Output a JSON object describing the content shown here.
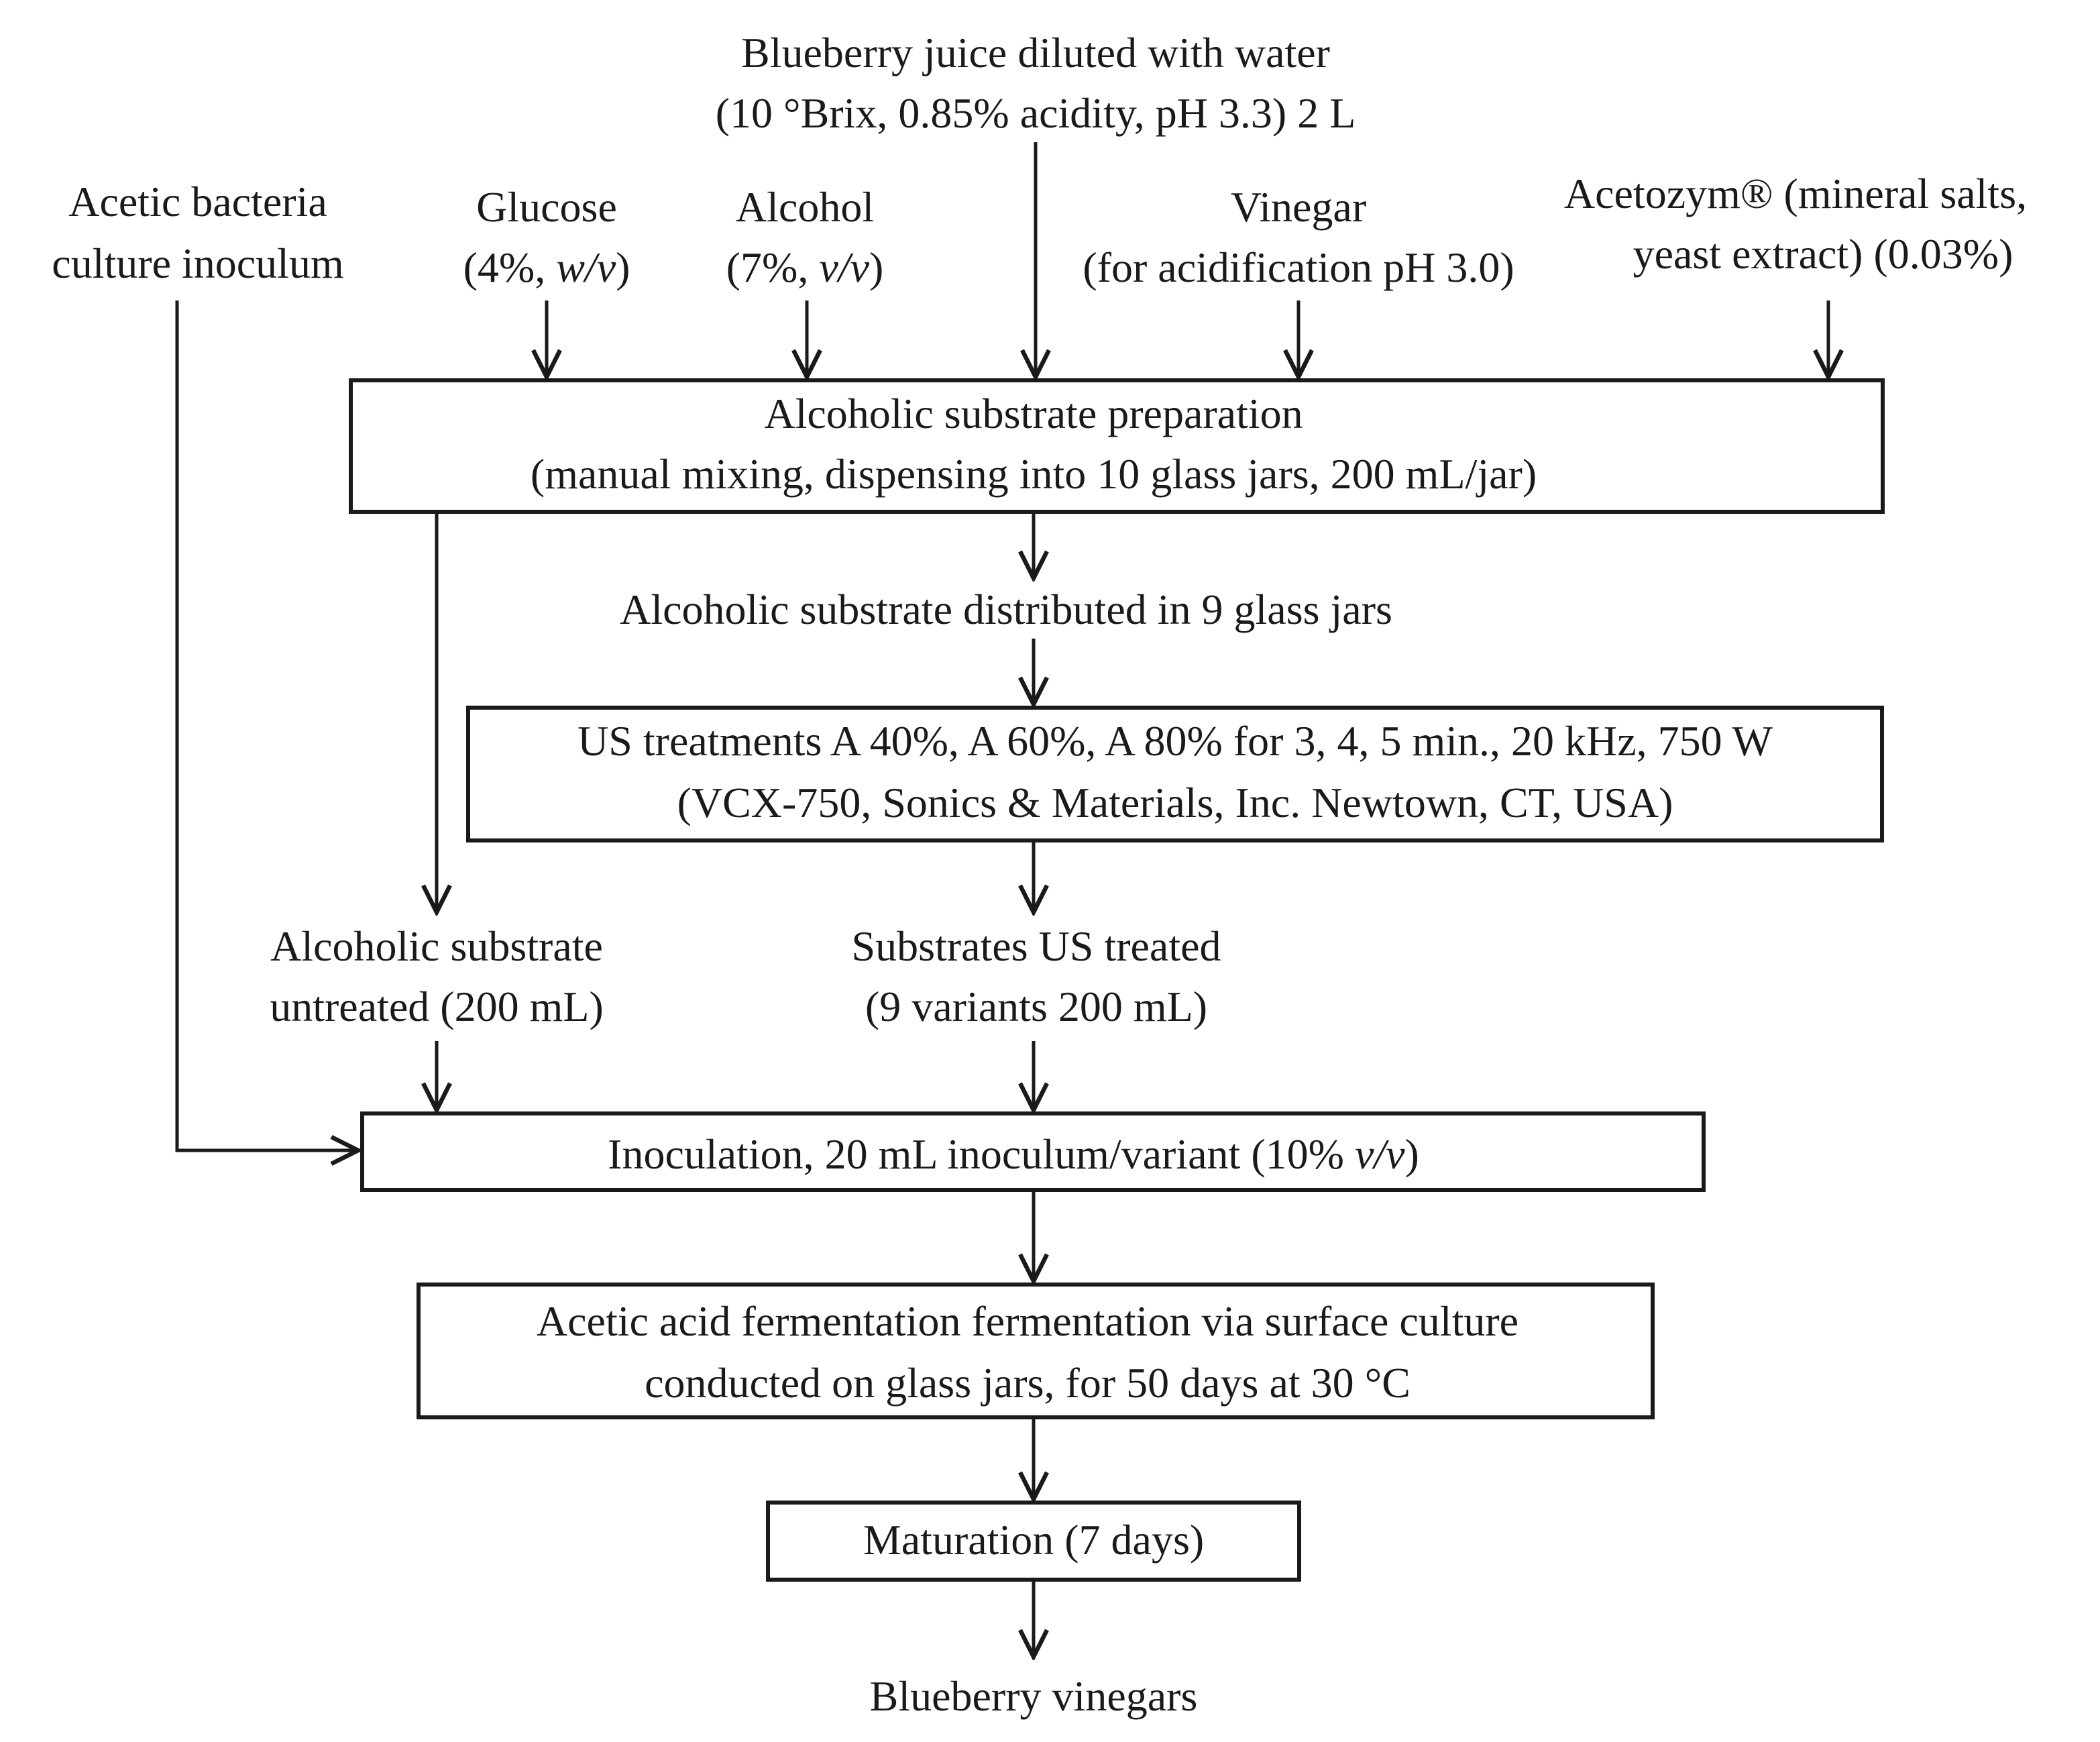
{
  "inputs": {
    "juice": {
      "line1": "Blueberry juice diluted with water",
      "line2": "(10 °Brix, 0.85% acidity, pH 3.3) 2 L"
    },
    "bacteria": {
      "line1": "Acetic bacteria",
      "line2": "culture inoculum"
    },
    "glucose": {
      "line1": "Glucose",
      "line2_pre": "(4%, ",
      "line2_ital": "w/v",
      "line2_post": ")"
    },
    "alcohol": {
      "line1": "Alcohol",
      "line2_pre": "(7%, ",
      "line2_ital": "v/v",
      "line2_post": ")"
    },
    "vinegar": {
      "line1": "Vinegar",
      "line2": "(for acidification pH 3.0)"
    },
    "acetozym": {
      "line1": "Acetozym® (mineral salts,",
      "line2": "yeast extract) (0.03%)"
    }
  },
  "boxes": {
    "preparation": {
      "line1": "Alcoholic substrate preparation",
      "line2": "(manual mixing, dispensing into 10 glass jars, 200 mL/jar)"
    },
    "us_treatments": {
      "line1": "US treatments A 40%, A 60%, A 80% for 3, 4, 5 min., 20 kHz, 750 W",
      "line2": "(VCX-750, Sonics & Materials, Inc. Newtown, CT, USA)"
    },
    "inoculation": {
      "line_pre": "Inoculation, 20 mL inoculum/variant (10% ",
      "line_ital": "v/v",
      "line_post": ")"
    },
    "fermentation": {
      "line1": "Acetic acid fermentation fermentation via surface culture",
      "line2": "conducted on glass jars, for 50 days at 30 °C"
    },
    "maturation": {
      "line1": "Maturation (7 days)"
    }
  },
  "intermediates": {
    "distributed": "Alcoholic substrate distributed in 9 glass jars",
    "untreated": {
      "line1": "Alcoholic substrate",
      "line2": "untreated (200 mL)"
    },
    "treated": {
      "line1": "Substrates US treated",
      "line2": "(9 variants 200 mL)"
    }
  },
  "output": "Blueberry vinegars"
}
